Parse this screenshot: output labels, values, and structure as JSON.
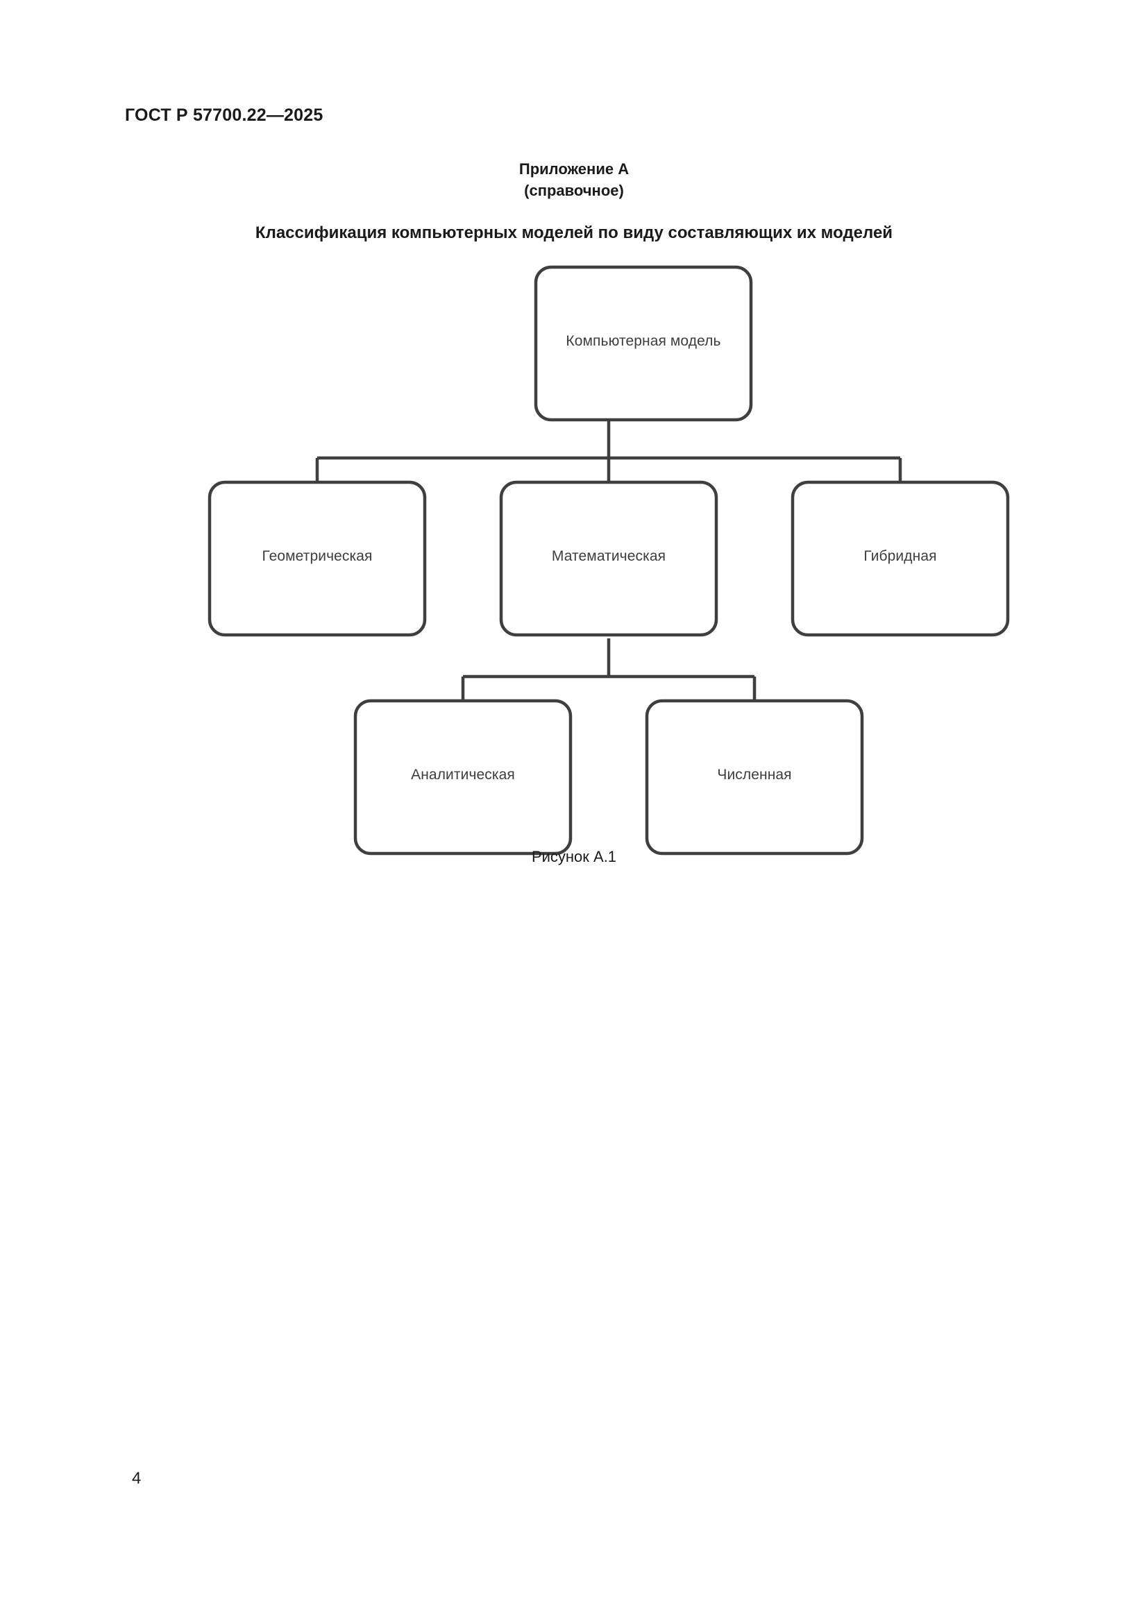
{
  "document": {
    "header": "ГОСТ Р 57700.22—2025",
    "page_number": "4"
  },
  "annex": {
    "label": "Приложение А",
    "status": "(справочное)",
    "title": "Классификация компьютерных моделей по виду составляющих их моделей"
  },
  "figure": {
    "caption": "Рисунок А.1",
    "colors": {
      "stroke": "#3f3f3f",
      "text": "#3d3d3d",
      "fill": "#ffffff"
    },
    "nodes": {
      "root": "Компьютерная модель",
      "geometric": "Геометрическая",
      "mathematical": "Математическая",
      "hybrid": "Гибридная",
      "analytical": "Аналитическая",
      "numerical": "Численная"
    }
  },
  "chart_data": {
    "type": "diagram",
    "title": "Классификация компьютерных моделей по виду составляющих их моделей",
    "caption": "Рисунок А.1",
    "orientation": "top-down tree",
    "nodes": [
      {
        "id": "root",
        "label": "Компьютерная модель",
        "level": 0
      },
      {
        "id": "geometric",
        "label": "Геометрическая",
        "level": 1
      },
      {
        "id": "mathematical",
        "label": "Математическая",
        "level": 1
      },
      {
        "id": "hybrid",
        "label": "Гибридная",
        "level": 1
      },
      {
        "id": "analytical",
        "label": "Аналитическая",
        "level": 2
      },
      {
        "id": "numerical",
        "label": "Численная",
        "level": 2
      }
    ],
    "edges": [
      {
        "from": "root",
        "to": "geometric"
      },
      {
        "from": "root",
        "to": "mathematical"
      },
      {
        "from": "root",
        "to": "hybrid"
      },
      {
        "from": "mathematical",
        "to": "analytical"
      },
      {
        "from": "mathematical",
        "to": "numerical"
      }
    ]
  }
}
